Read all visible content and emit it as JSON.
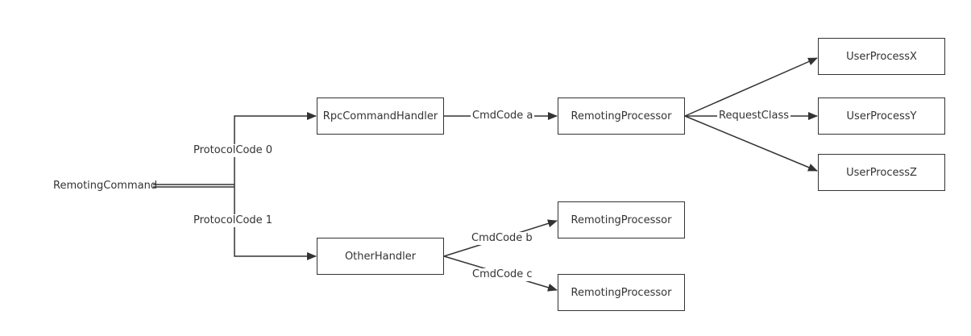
{
  "colors": {
    "line": "#333333",
    "background": "#ffffff"
  },
  "nodes": {
    "remoting_command": "RemotingCommand",
    "rpc_command_handler": "RpcCommandHandler",
    "other_handler": "OtherHandler",
    "remoting_processor_a": "RemotingProcessor",
    "remoting_processor_b": "RemotingProcessor",
    "remoting_processor_c": "RemotingProcessor",
    "user_process_x": "UserProcessX",
    "user_process_y": "UserProcessY",
    "user_process_z": "UserProcessZ"
  },
  "edge_labels": {
    "protocol_code_0": "ProtocolCode 0",
    "protocol_code_1": "ProtocolCode 1",
    "cmd_code_a": "CmdCode a",
    "cmd_code_b": "CmdCode b",
    "cmd_code_c": "CmdCode c",
    "request_class": "RequestClass"
  }
}
